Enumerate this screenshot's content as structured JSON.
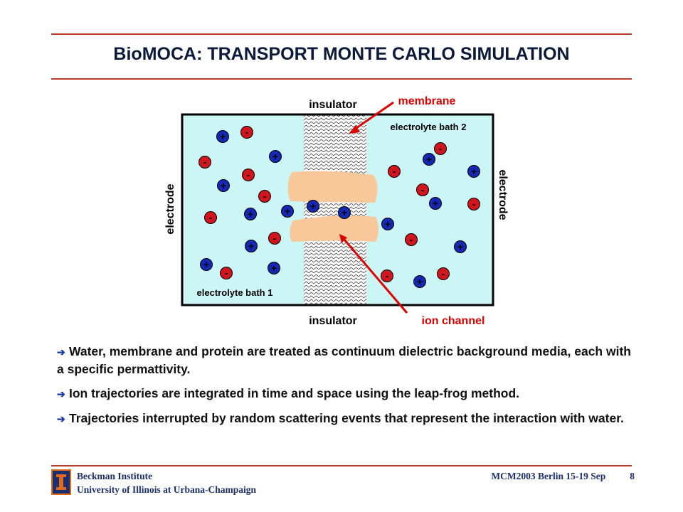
{
  "title": "BioMOCA: TRANSPORT MONTE CARLO SIMULATION",
  "diagram": {
    "insulator_top": "insulator",
    "insulator_bottom": "insulator",
    "electrode_left": "electrode",
    "electrode_right": "electrode",
    "bath1": "electrolyte bath 1",
    "bath2": "electrolyte bath 2",
    "membrane": "membrane",
    "ion_channel": "ion channel",
    "plus": "+",
    "minus": "-",
    "colors": {
      "bath": "#ccf5f5",
      "channel": "#f8c79a",
      "cation": "#1428b4",
      "anion": "#d0161c",
      "callout": "#e00000"
    }
  },
  "bullets": [
    "Water, membrane and protein are treated as continuum dielectric background media, each with a specific permattivity.",
    "Ion trajectories are integrated in time and space using the leap-frog method.",
    "Trajectories interrupted by random scattering events that represent the interaction with water."
  ],
  "footer": {
    "institute": "Beckman Institute",
    "university": "University of Illinois  at Urbana-Champaign",
    "conference": "MCM2003 Berlin 15-19 Sep",
    "page": "8"
  }
}
